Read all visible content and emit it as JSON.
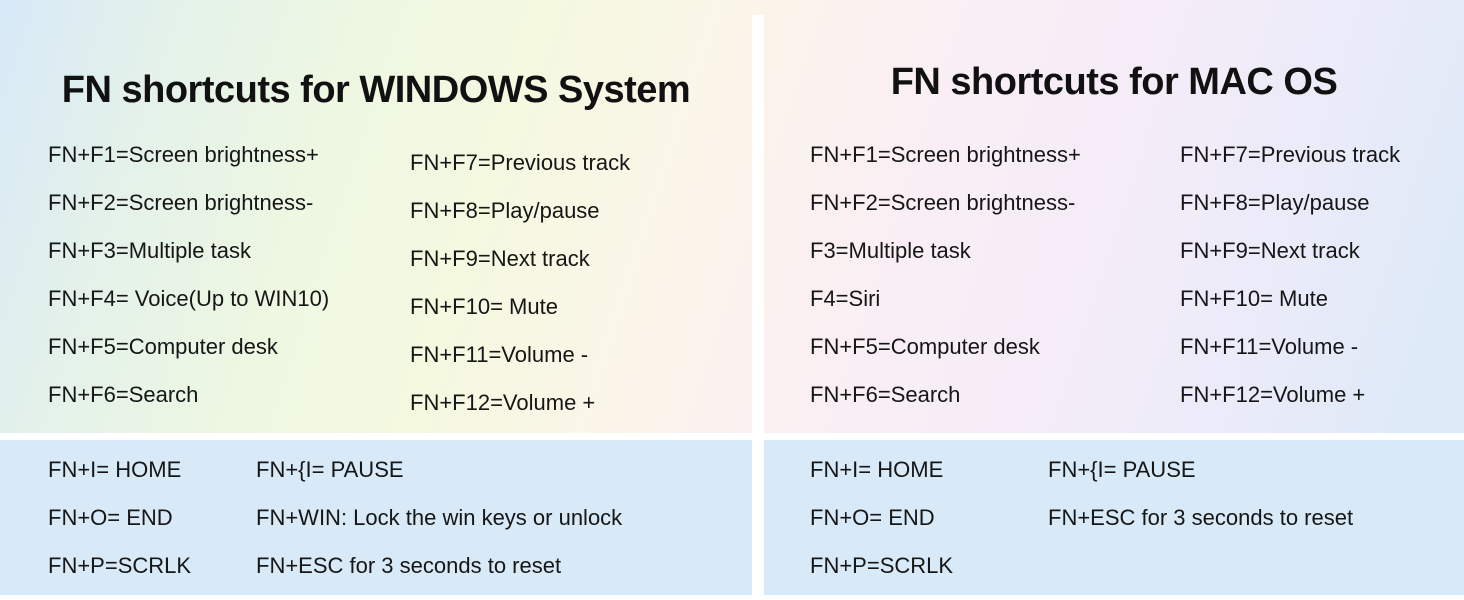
{
  "colors": {
    "bottom_panel_blue": "#d8e9f8",
    "gutter_white": "#ffffff",
    "text_black": "#161616",
    "gradient_top_left_blue": "#d7e9f8",
    "gradient_mid_green": "#f4f9e0",
    "gradient_mid_pink": "#faeff3",
    "gradient_right_lavender": "#f5ecf8",
    "gradient_bottom_right_blue": "#d9e9f8"
  },
  "windows_panel": {
    "title": "FN shortcuts for WINDOWS System",
    "primary_shortcuts_col1": [
      "FN+F1=Screen brightness+",
      "FN+F2=Screen brightness-",
      "FN+F3=Multiple task",
      "FN+F4= Voice(Up to WIN10)",
      "FN+F5=Computer desk",
      "FN+F6=Search"
    ],
    "primary_shortcuts_col2": [
      "FN+F7=Previous track",
      "FN+F8=Play/pause",
      "FN+F9=Next track",
      "FN+F10= Mute",
      "FN+F11=Volume -",
      "FN+F12=Volume +"
    ],
    "extra_shortcuts_col1": [
      "FN+I= HOME",
      "FN+O= END",
      "FN+P=SCRLK"
    ],
    "extra_shortcuts_col2": [
      "FN+{I= PAUSE",
      "FN+WIN: Lock the win keys or unlock",
      "FN+ESC for 3 seconds to reset"
    ]
  },
  "mac_panel": {
    "title": "FN shortcuts for MAC OS",
    "primary_shortcuts_col1": [
      "FN+F1=Screen brightness+",
      "FN+F2=Screen brightness-",
      "F3=Multiple task",
      "F4=Siri",
      "FN+F5=Computer desk",
      "FN+F6=Search"
    ],
    "primary_shortcuts_col2": [
      "FN+F7=Previous track",
      "FN+F8=Play/pause",
      "FN+F9=Next track",
      "FN+F10= Mute",
      "FN+F11=Volume -",
      "FN+F12=Volume +"
    ],
    "extra_shortcuts_col1": [
      "FN+I= HOME",
      "FN+O= END",
      "FN+P=SCRLK"
    ],
    "extra_shortcuts_col2": [
      "FN+{I= PAUSE",
      "FN+ESC for 3 seconds to reset"
    ]
  }
}
